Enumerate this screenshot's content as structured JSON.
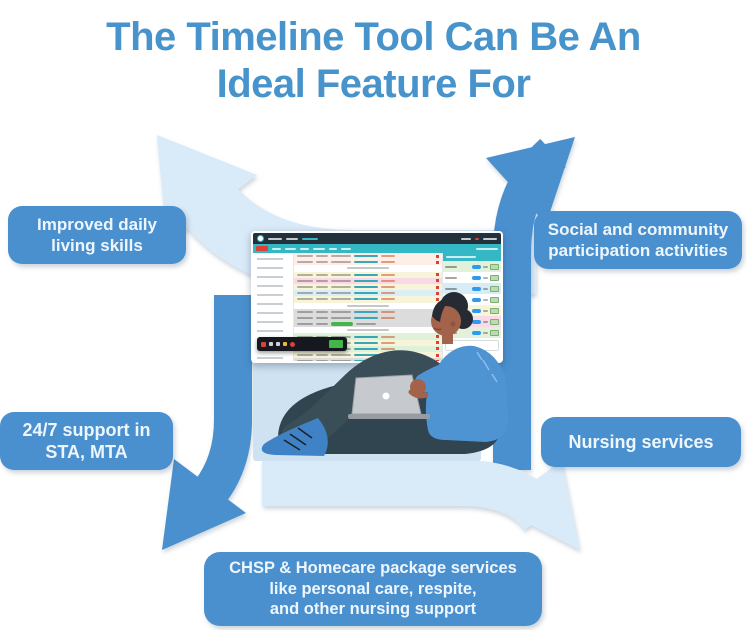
{
  "title": "The Timeline Tool Can Be An\nIdeal Feature For",
  "benefit_labels": {
    "top_left": "Improved daily\nliving skills",
    "top_right": "Social and community\nparticipation activities",
    "bottom_left": "24/7 support in\nSTA, MTA",
    "bottom_right": "Nursing services",
    "bottom_center": "CHSP & Homecare package services\nlike personal care, respite,\nand other nursing support"
  },
  "colors": {
    "title_blue": "#4793cb",
    "box_blue": "#4a90ce",
    "arrow_blue": "#4a90ce",
    "arrow_pale": "#d9eaf8",
    "panel_pale": "#cfe2f1",
    "app_header": "#22313c",
    "app_nav": "#35b8c6",
    "accent_red": "#d84336",
    "accent_green": "#43b649",
    "toggle_blue": "#2e9bf0"
  },
  "screenshot": {
    "table_rows": [
      {
        "color": "#fdeee8",
        "type": "data"
      },
      {
        "color": "#fdeee8",
        "type": "data"
      },
      {
        "color": "#ffffff",
        "type": "sep"
      },
      {
        "color": "#f7f4da",
        "type": "data"
      },
      {
        "color": "#f9d9e6",
        "type": "data"
      },
      {
        "color": "#f7f4da",
        "type": "data"
      },
      {
        "color": "#d9eef5",
        "type": "data"
      },
      {
        "color": "#f7f4da",
        "type": "data"
      },
      {
        "color": "#ffffff",
        "type": "sep"
      },
      {
        "color": "#dcdcdc",
        "type": "data"
      },
      {
        "color": "#dcdcdc",
        "type": "data"
      },
      {
        "color": "#dcdcdc",
        "type": "button"
      },
      {
        "color": "#ffffff",
        "type": "sep"
      },
      {
        "color": "#e0f1d9",
        "type": "data"
      },
      {
        "color": "#f7f4da",
        "type": "data"
      },
      {
        "color": "#e0f1d9",
        "type": "data"
      },
      {
        "color": "#f7f4da",
        "type": "data"
      },
      {
        "color": "#dcdcdc",
        "type": "data"
      }
    ],
    "side_rows": [
      {
        "color": "#e2f2da"
      },
      {
        "color": "#ffffff"
      },
      {
        "color": "#d7ecf7"
      },
      {
        "color": "#ffffff"
      },
      {
        "color": "#f7f4d8"
      },
      {
        "color": "#f9dbe8"
      },
      {
        "color": "#e2f2da"
      }
    ]
  }
}
